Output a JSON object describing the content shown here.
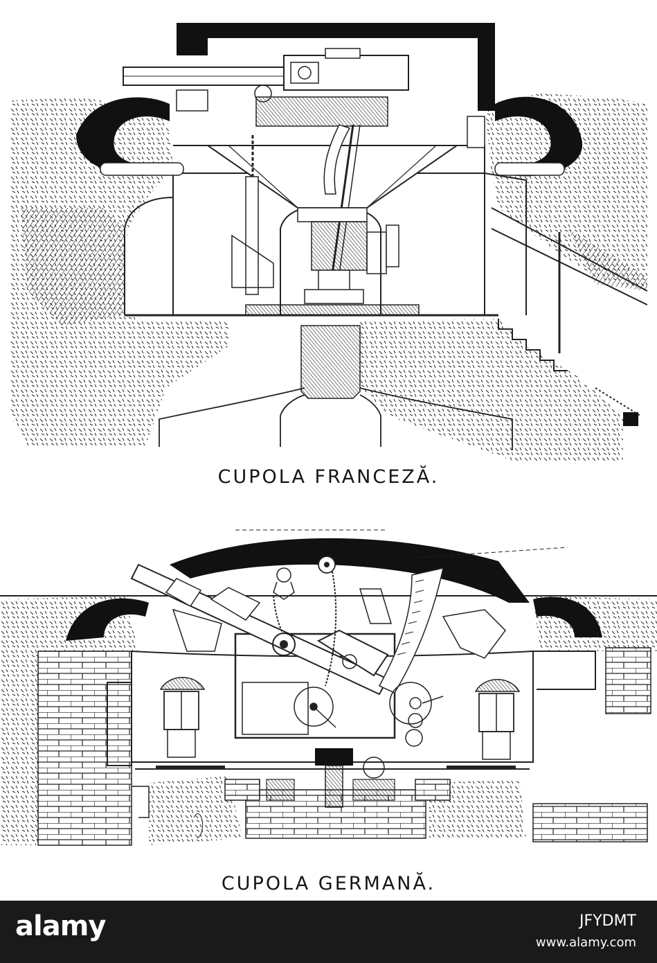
{
  "figures": [
    {
      "id": "french",
      "caption": "CUPOLA FRANCEZĂ."
    },
    {
      "id": "german",
      "caption": "CUPOLA GERMANĂ."
    }
  ],
  "watermark": {
    "brand": "alamy",
    "stock_id": "JFYDMT",
    "site": "www.alamy.com"
  },
  "colors": {
    "ink": "#151515",
    "paper": "#ffffff",
    "bar": "#1a1a1a"
  }
}
